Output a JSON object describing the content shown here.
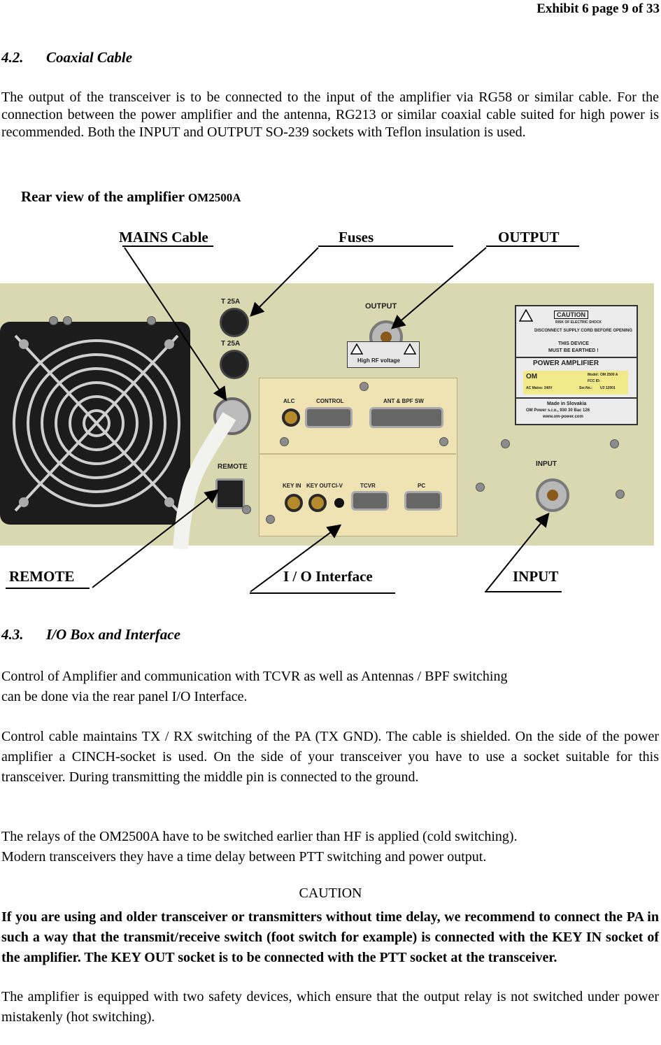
{
  "header": {
    "exhibit": "Exhibit 6 page 9 of 33"
  },
  "section42": {
    "number": "4.2.",
    "title": "Coaxial Cable"
  },
  "para1": "The output of the transceiver is to be connected to the input of the amplifier via RG58 or similar cable. For the connection between the power amplifier and the antenna,  RG213 or similar coaxial cable suited for high power is recommended. Both the INPUT and OUTPUT SO-239 sockets with Teflon insulation is used.",
  "rear_view": {
    "text": "Rear view of the amplifier ",
    "model": "OM2500A"
  },
  "callouts": {
    "mains": "MAINS Cable",
    "fuses": "Fuses",
    "output": "OUTPUT",
    "remote": "REMOTE",
    "io": "I / O Interface",
    "input": "INPUT"
  },
  "photo_labels": {
    "fuse1": "T 25A",
    "fuse2": "T 25A",
    "output": "OUTPUT",
    "high_rf": "High RF voltage",
    "remote": "REMOTE",
    "input": "INPUT",
    "alc": "ALC",
    "control": "CONTROL",
    "ant_bpf": "ANT & BPF SW",
    "key_in": "KEY IN",
    "key_out": "KEY OUT",
    "civ": "CI-V",
    "tcvr": "TCVR",
    "pc": "PC",
    "caution": "CAUTION",
    "risk": "RISK OF ELECTRIC SHOCK",
    "disconnect": "DISCONNECT SUPPLY CORD BEFORE OPENING",
    "earthed1": "THIS DEVICE",
    "earthed2": "MUST BE EARTHED !",
    "power_amp": "POWER AMPLIFIER",
    "om_logo": "OM",
    "model_label": "Model:",
    "model_value": "OM 2500 A",
    "fcc_label": "FCC ID:",
    "ac_label": "AC Mains: 240V",
    "serial_label": "Ser.No.:",
    "serial_value": "U3 12001",
    "made1": "Made in Slovakia",
    "made2": "OM Power s.r.o., 930 30 Bac 126",
    "made3": "www.om-power.com"
  },
  "section43": {
    "number": "4.3.",
    "title": "I/O  Box and Interface"
  },
  "para2_l1": "Control of Amplifier and communication with TCVR as well as Antennas / BPF switching",
  "para2_l2": "can be done via the rear panel  I/O  Interface.",
  "para3": "Control cable maintains TX / RX switching of the PA  (TX GND). The cable is shielded. On the side of the power amplifier a CINCH-socket is used. On the side of your transceiver you have to use a socket suitable for this transceiver. During transmitting the middle pin is connected to the ground.",
  "para4_l1": "The relays of the OM2500A  have to be switched earlier than HF is applied (cold switching).",
  "para4_l2": "Modern transceivers they have a time delay between PTT switching and power output.",
  "caution_title": "CAUTION",
  "caution_text": "If you are using and older transceiver or transmitters without time delay, we recommend to connect the PA in such a way that the transmit/receive switch (foot switch for example) is connected with the KEY IN socket of the amplifier. The KEY OUT socket is to be connected with the PTT socket at the transceiver.",
  "para5": "The amplifier is equipped with two safety devices, which ensure that the output relay is not switched under power mistakenly (hot switching)."
}
